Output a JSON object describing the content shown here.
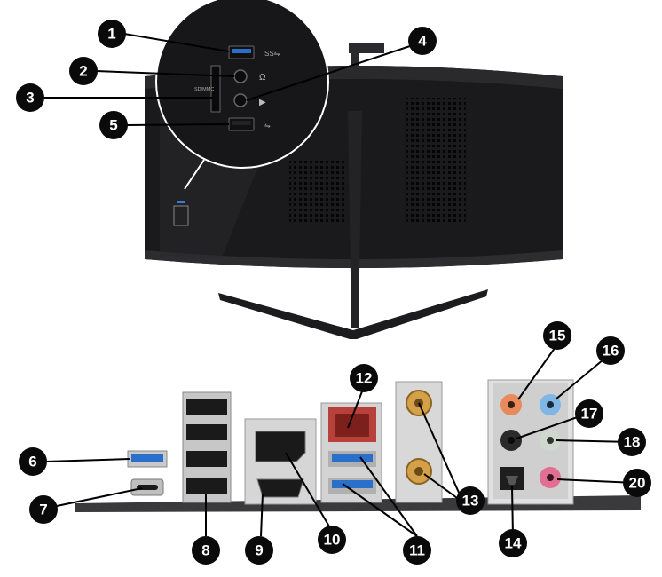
{
  "callouts": [
    {
      "id": 1,
      "label": "1",
      "port": "usb-a-front"
    },
    {
      "id": 2,
      "label": "2",
      "port": "headphone-jack"
    },
    {
      "id": 3,
      "label": "3",
      "port": "sd-card-reader"
    },
    {
      "id": 4,
      "label": "4",
      "port": "microphone-jack"
    },
    {
      "id": 5,
      "label": "5",
      "port": "usb-a-front-2"
    },
    {
      "id": 6,
      "label": "6",
      "port": "usb-a-blue"
    },
    {
      "id": 7,
      "label": "7",
      "port": "usb-c"
    },
    {
      "id": 8,
      "label": "8",
      "port": "usb-a-stack"
    },
    {
      "id": 9,
      "label": "9",
      "port": "hdmi"
    },
    {
      "id": 10,
      "label": "10",
      "port": "displayport"
    },
    {
      "id": 11,
      "label": "11",
      "port": "usb-a-blue-pair"
    },
    {
      "id": 12,
      "label": "12",
      "port": "rj45-lan"
    },
    {
      "id": 13,
      "label": "13",
      "port": "wifi-antenna"
    },
    {
      "id": 14,
      "label": "14",
      "port": "optical-spdif"
    },
    {
      "id": 15,
      "label": "15",
      "port": "audio-orange"
    },
    {
      "id": 16,
      "label": "16",
      "port": "audio-blue"
    },
    {
      "id": 17,
      "label": "17",
      "port": "audio-black"
    },
    {
      "id": 18,
      "label": "18",
      "port": "audio-gray"
    },
    {
      "id": 19,
      "label": "20",
      "port": "audio-pink"
    }
  ],
  "labels": {
    "sd_slot_text": "SD/MMC",
    "headphone_symbol": "Ω"
  },
  "colors": {
    "monitor": "#1b1b1d",
    "callout_fill": "#0a0a0a",
    "usb_blue": "#2a6fc9",
    "lan_red": "#c0392b",
    "antenna_gold": "#d4a04a",
    "audio_orange": "#e98a5c",
    "audio_blue": "#7fb6e6",
    "audio_gray": "#cfd8cf",
    "audio_pink": "#e26f93"
  }
}
